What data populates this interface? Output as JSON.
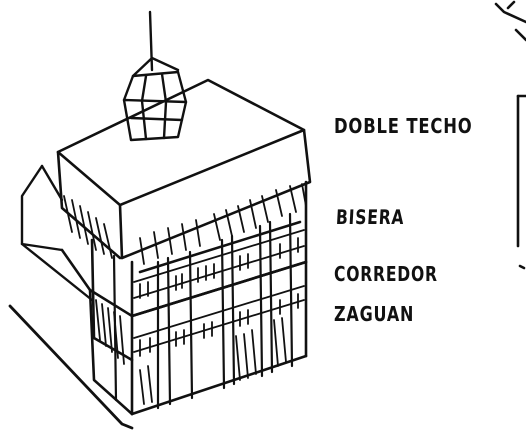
{
  "labels": {
    "doble_techo": "DOBLE TECHO",
    "bisera": "BISERA",
    "corredor": "CORREDOR",
    "zaguan": "ZAGUAN"
  },
  "colors": {
    "ink": "#111111",
    "paper": "#ffffff"
  }
}
